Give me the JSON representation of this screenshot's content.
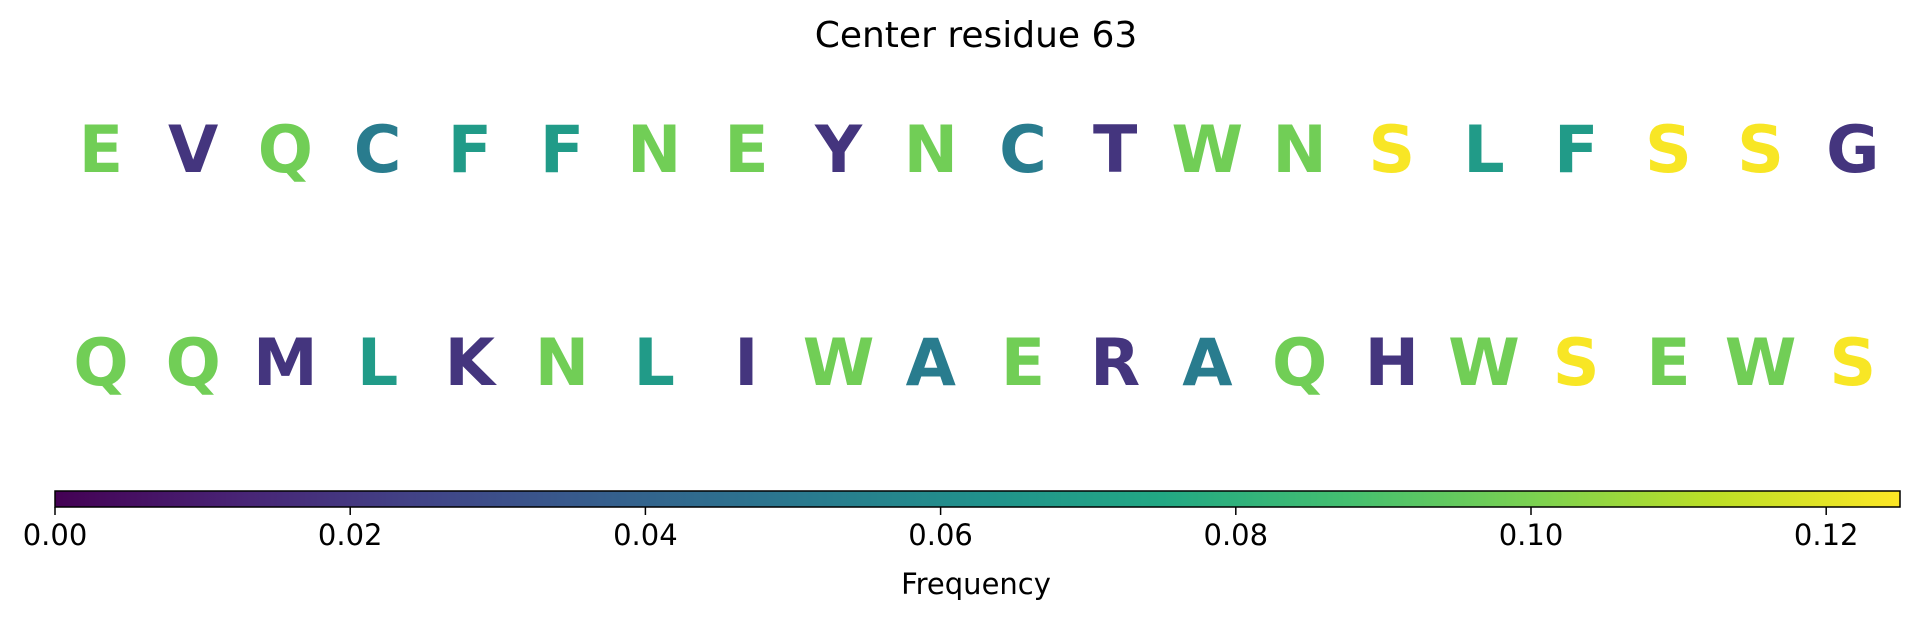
{
  "chart_data": {
    "type": "sequence_logo",
    "title": "Center residue 63",
    "rows": [
      {
        "letters": [
          "E",
          "V",
          "Q",
          "C",
          "F",
          "F",
          "N",
          "E",
          "Y",
          "N",
          "C",
          "T",
          "W",
          "N",
          "S",
          "L",
          "F",
          "S",
          "S",
          "G"
        ],
        "values": [
          0.098,
          0.019,
          0.098,
          0.052,
          0.068,
          0.068,
          0.098,
          0.098,
          0.019,
          0.098,
          0.052,
          0.019,
          0.098,
          0.098,
          0.124,
          0.068,
          0.068,
          0.124,
          0.124,
          0.019
        ]
      },
      {
        "letters": [
          "Q",
          "Q",
          "M",
          "L",
          "K",
          "N",
          "L",
          "I",
          "W",
          "A",
          "E",
          "R",
          "A",
          "Q",
          "H",
          "W",
          "S",
          "E",
          "W",
          "S"
        ],
        "values": [
          0.098,
          0.098,
          0.019,
          0.068,
          0.019,
          0.098,
          0.068,
          0.019,
          0.098,
          0.052,
          0.098,
          0.019,
          0.052,
          0.098,
          0.019,
          0.098,
          0.124,
          0.098,
          0.098,
          0.124
        ]
      }
    ],
    "colorbar": {
      "label": "Frequency",
      "colormap": "viridis",
      "range": [
        0,
        0.125
      ],
      "ticks": [
        0.0,
        0.02,
        0.04,
        0.06,
        0.08,
        0.1,
        0.12
      ],
      "tick_labels": [
        "0.00",
        "0.02",
        "0.04",
        "0.06",
        "0.08",
        "0.10",
        "0.12"
      ],
      "orientation": "horizontal"
    }
  }
}
